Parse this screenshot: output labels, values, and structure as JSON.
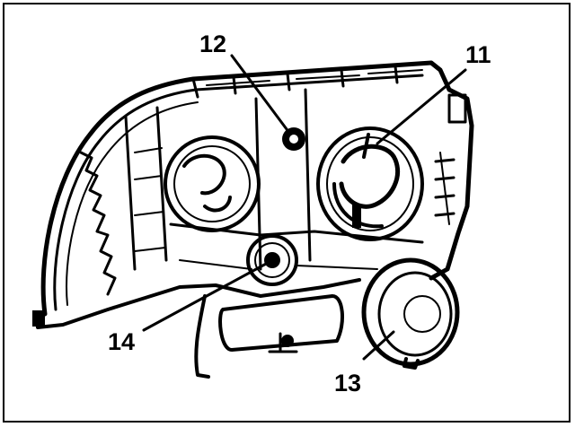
{
  "callouts": [
    {
      "id": "12",
      "text": "12"
    },
    {
      "id": "11",
      "text": "11"
    },
    {
      "id": "14",
      "text": "14"
    },
    {
      "id": "13",
      "text": "13"
    }
  ]
}
